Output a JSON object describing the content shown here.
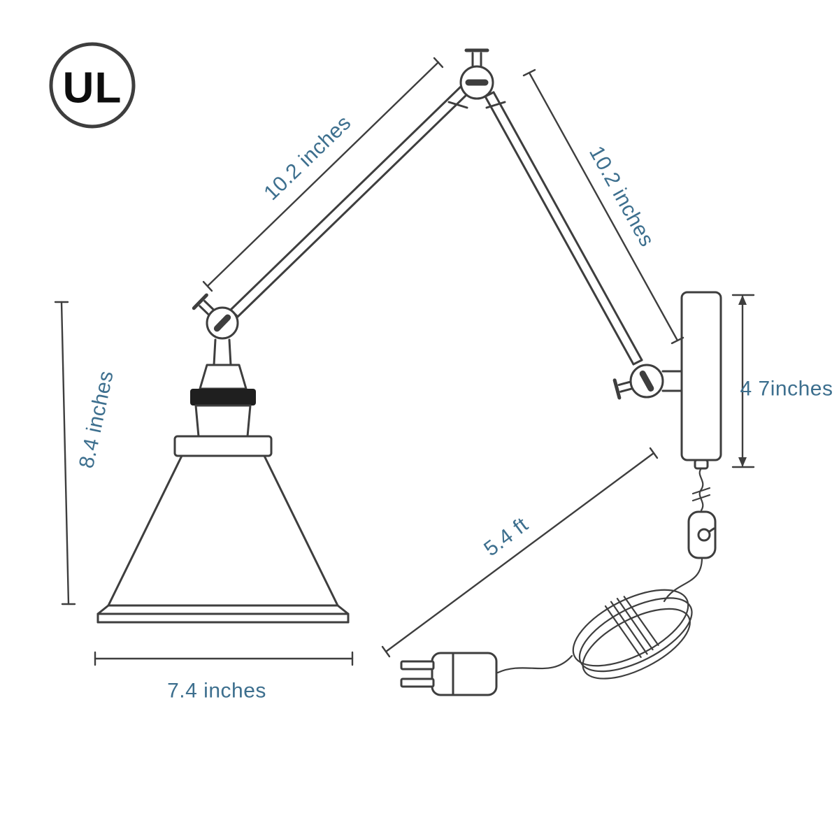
{
  "diagram": {
    "certification": "UL",
    "labels": {
      "arm_upper": "10.2 inches",
      "arm_lower": "10.2 inches",
      "lamp_height": "8.4 inches",
      "shade_width": "7.4 inches",
      "backplate_height": "4 7inches",
      "cord_length": "5.4 ft"
    },
    "colors": {
      "line": "#3e3e3e",
      "label_text": "#3d6f8e",
      "socket_band": "#1f1f1f"
    }
  }
}
